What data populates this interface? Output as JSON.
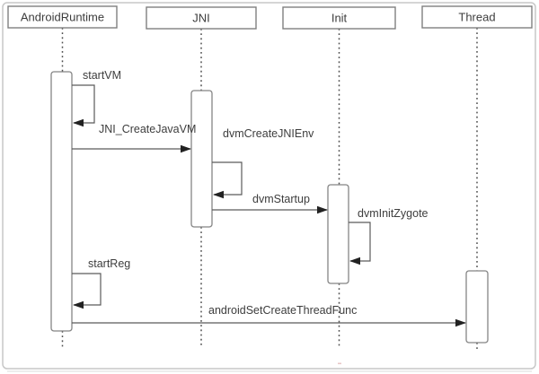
{
  "diagram": {
    "type": "uml-sequence",
    "participants": [
      {
        "name": "AndroidRuntime"
      },
      {
        "name": "JNI"
      },
      {
        "name": "Init"
      },
      {
        "name": "Thread"
      }
    ],
    "messages": [
      {
        "label": "startVM",
        "from": "AndroidRuntime",
        "to": "AndroidRuntime",
        "kind": "self-call"
      },
      {
        "label": "JNI_CreateJavaVM",
        "from": "AndroidRuntime",
        "to": "JNI",
        "kind": "call"
      },
      {
        "label": "dvmCreateJNIEnv",
        "from": "JNI",
        "to": "JNI",
        "kind": "self-call"
      },
      {
        "label": "dvmStartup",
        "from": "JNI",
        "to": "Init",
        "kind": "call"
      },
      {
        "label": "dvmInitZygote",
        "from": "Init",
        "to": "Init",
        "kind": "self-call"
      },
      {
        "label": "startReg",
        "from": "AndroidRuntime",
        "to": "AndroidRuntime",
        "kind": "self-call"
      },
      {
        "label": "androidSetCreateThreadFunc",
        "from": "AndroidRuntime",
        "to": "Thread",
        "kind": "call"
      }
    ],
    "colors": {
      "background": "#ffffff",
      "frame_border": "#c7c7c7",
      "box_border": "#7f7f7f",
      "activation_border": "#858585",
      "lifeline": "#4f4f4f",
      "message_line": "#5a5a5a",
      "arrowhead": "#222222",
      "text": "#3d3d3d"
    }
  }
}
